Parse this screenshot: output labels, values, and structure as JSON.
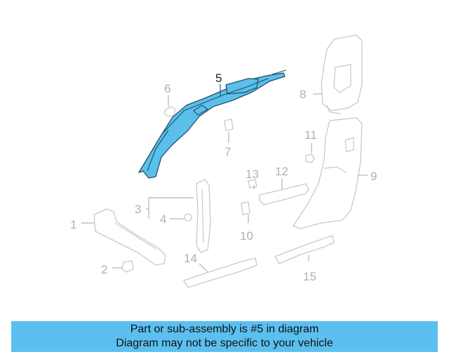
{
  "diagram": {
    "highlight_color": "#5bc0f0",
    "callouts": [
      {
        "id": "1",
        "label": "1"
      },
      {
        "id": "2",
        "label": "2"
      },
      {
        "id": "3",
        "label": "3"
      },
      {
        "id": "4",
        "label": "4"
      },
      {
        "id": "5",
        "label": "5"
      },
      {
        "id": "6",
        "label": "6"
      },
      {
        "id": "7",
        "label": "7"
      },
      {
        "id": "8",
        "label": "8"
      },
      {
        "id": "9",
        "label": "9"
      },
      {
        "id": "10",
        "label": "10"
      },
      {
        "id": "11",
        "label": "11"
      },
      {
        "id": "12",
        "label": "12"
      },
      {
        "id": "13",
        "label": "13"
      },
      {
        "id": "14",
        "label": "14"
      },
      {
        "id": "15",
        "label": "15"
      }
    ]
  },
  "banner": {
    "line1": "Part or sub-assembly is #5 in diagram",
    "line2": "Diagram may not be specific to your vehicle"
  }
}
